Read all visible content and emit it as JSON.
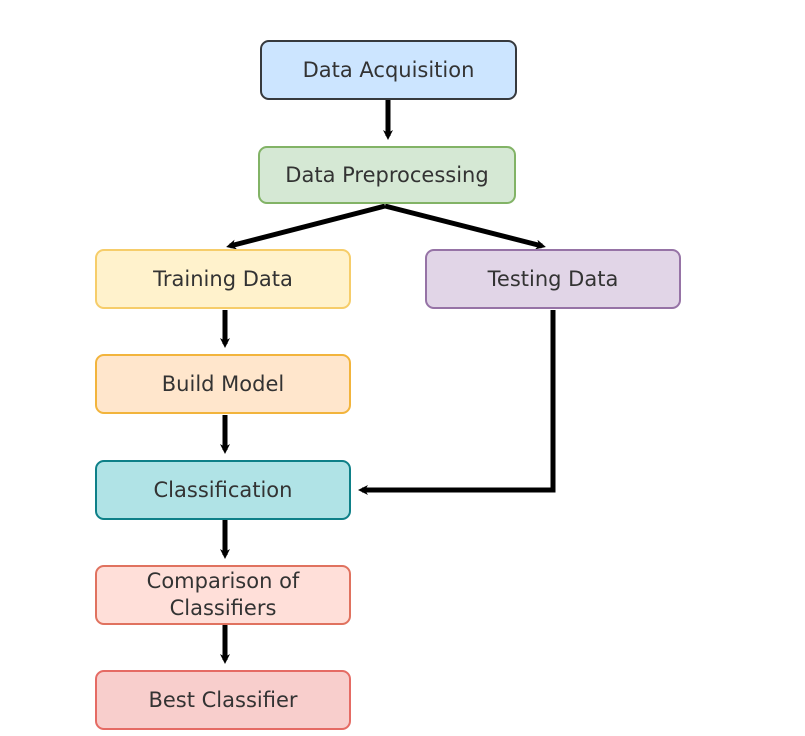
{
  "nodes": {
    "acquisition": {
      "label": "Data  Acquisition",
      "fill": "#cce5ff",
      "stroke": "#36393d"
    },
    "preprocessing": {
      "label": "Data  Preprocessing",
      "fill": "#d5e8d4",
      "stroke": "#82b366"
    },
    "training": {
      "label": "Training Data",
      "fill": "#fff2cc",
      "stroke": "#f6cd6a"
    },
    "testing": {
      "label": "Testing Data",
      "fill": "#e1d5e7",
      "stroke": "#9673a6"
    },
    "build": {
      "label": "Build Model",
      "fill": "#ffe6cc",
      "stroke": "#f2b43c"
    },
    "classification": {
      "label": "Classification",
      "fill": "#b0e3e6",
      "stroke": "#0e8088"
    },
    "comparison": {
      "label": "Comparison of\nClassifiers",
      "fill": "#ffdfd9",
      "stroke": "#e0725f"
    },
    "best": {
      "label": "Best Classifier",
      "fill": "#f8cecc",
      "stroke": "#e56b64"
    }
  },
  "edges": [
    {
      "from": "acquisition",
      "to": "preprocessing"
    },
    {
      "from": "preprocessing",
      "to": "training"
    },
    {
      "from": "preprocessing",
      "to": "testing"
    },
    {
      "from": "training",
      "to": "build"
    },
    {
      "from": "build",
      "to": "classification"
    },
    {
      "from": "testing",
      "to": "classification"
    },
    {
      "from": "classification",
      "to": "comparison"
    },
    {
      "from": "comparison",
      "to": "best"
    }
  ],
  "colors": {
    "arrow": "#000000",
    "text": "#333333",
    "background": "#ffffff"
  }
}
